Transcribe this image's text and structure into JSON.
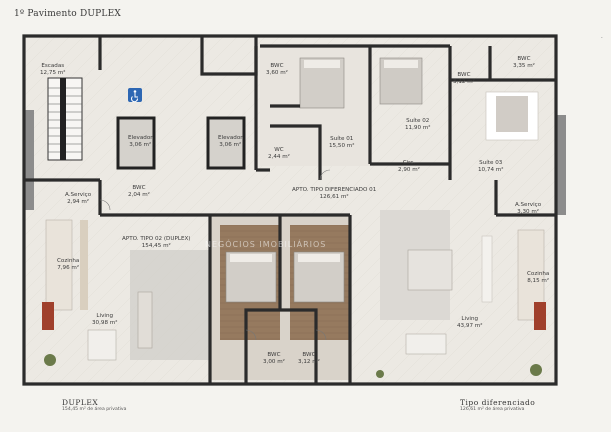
{
  "header": {
    "title": "1º Pavimento DUPLEX",
    "corner_mark": "·"
  },
  "rooms": {
    "escadas": {
      "name": "Escadas",
      "area": "12,75 m²"
    },
    "elevador1": {
      "name": "Elevador",
      "area": "3,06 m²"
    },
    "elevador2": {
      "name": "Elevador",
      "area": "3,06 m²"
    },
    "bwc_a": {
      "name": "BWC",
      "area": "3,60 m²"
    },
    "suite01": {
      "name": "Suíte 01",
      "area": "15,50 m²"
    },
    "suite02": {
      "name": "Suíte 02",
      "area": "11,90 m²"
    },
    "bwc_b": {
      "name": "BWC",
      "area": "3,12 m²"
    },
    "bwc_c": {
      "name": "BWC",
      "area": "3,35 m²"
    },
    "wc": {
      "name": "WC",
      "area": "2,44 m²"
    },
    "circ": {
      "name": "Circ.",
      "area": "2,90 m²"
    },
    "suite03": {
      "name": "Suíte 03",
      "area": "10,74 m²"
    },
    "apto_dif": {
      "name": "APTO. TIPO DIFERENCIADO 01",
      "area": "126,61 m²"
    },
    "a_servico_l": {
      "name": "A.Serviço",
      "area": "2,94 m²"
    },
    "bwc_d": {
      "name": "BWC",
      "area": "2,04 m²"
    },
    "apto_duplex": {
      "name": "APTO. TIPO 02 (DUPLEX)",
      "area": "154,45 m²"
    },
    "a_servico_r": {
      "name": "A.Serviço",
      "area": "3,30 m²"
    },
    "cozinha_l": {
      "name": "Cozinha",
      "area": "7,96 m²"
    },
    "cozinha_r": {
      "name": "Cozinha",
      "area": "8,15 m²"
    },
    "living_l": {
      "name": "Living",
      "area": "30,98 m²"
    },
    "living_r": {
      "name": "Living",
      "area": "43,97 m²"
    },
    "bwc_e": {
      "name": "BWC",
      "area": "3,00 m²"
    },
    "bwc_f": {
      "name": "BWC",
      "area": "3,12 m²"
    }
  },
  "footer": {
    "left_title": "DUPLEX",
    "left_sub": "154,45 m² de área privativa",
    "right_title": "Tipo diferenciado",
    "right_sub": "126,61 m² de área privativa"
  },
  "watermark": {
    "text": "NEGÓCIOS IMOBILIÁRIOS"
  },
  "colors": {
    "wall": "#2b2b2b",
    "floor": "#eeebe6",
    "wood": "#8a6a4c",
    "bed": "#d6d2cc",
    "plant": "#6b7a4a"
  }
}
